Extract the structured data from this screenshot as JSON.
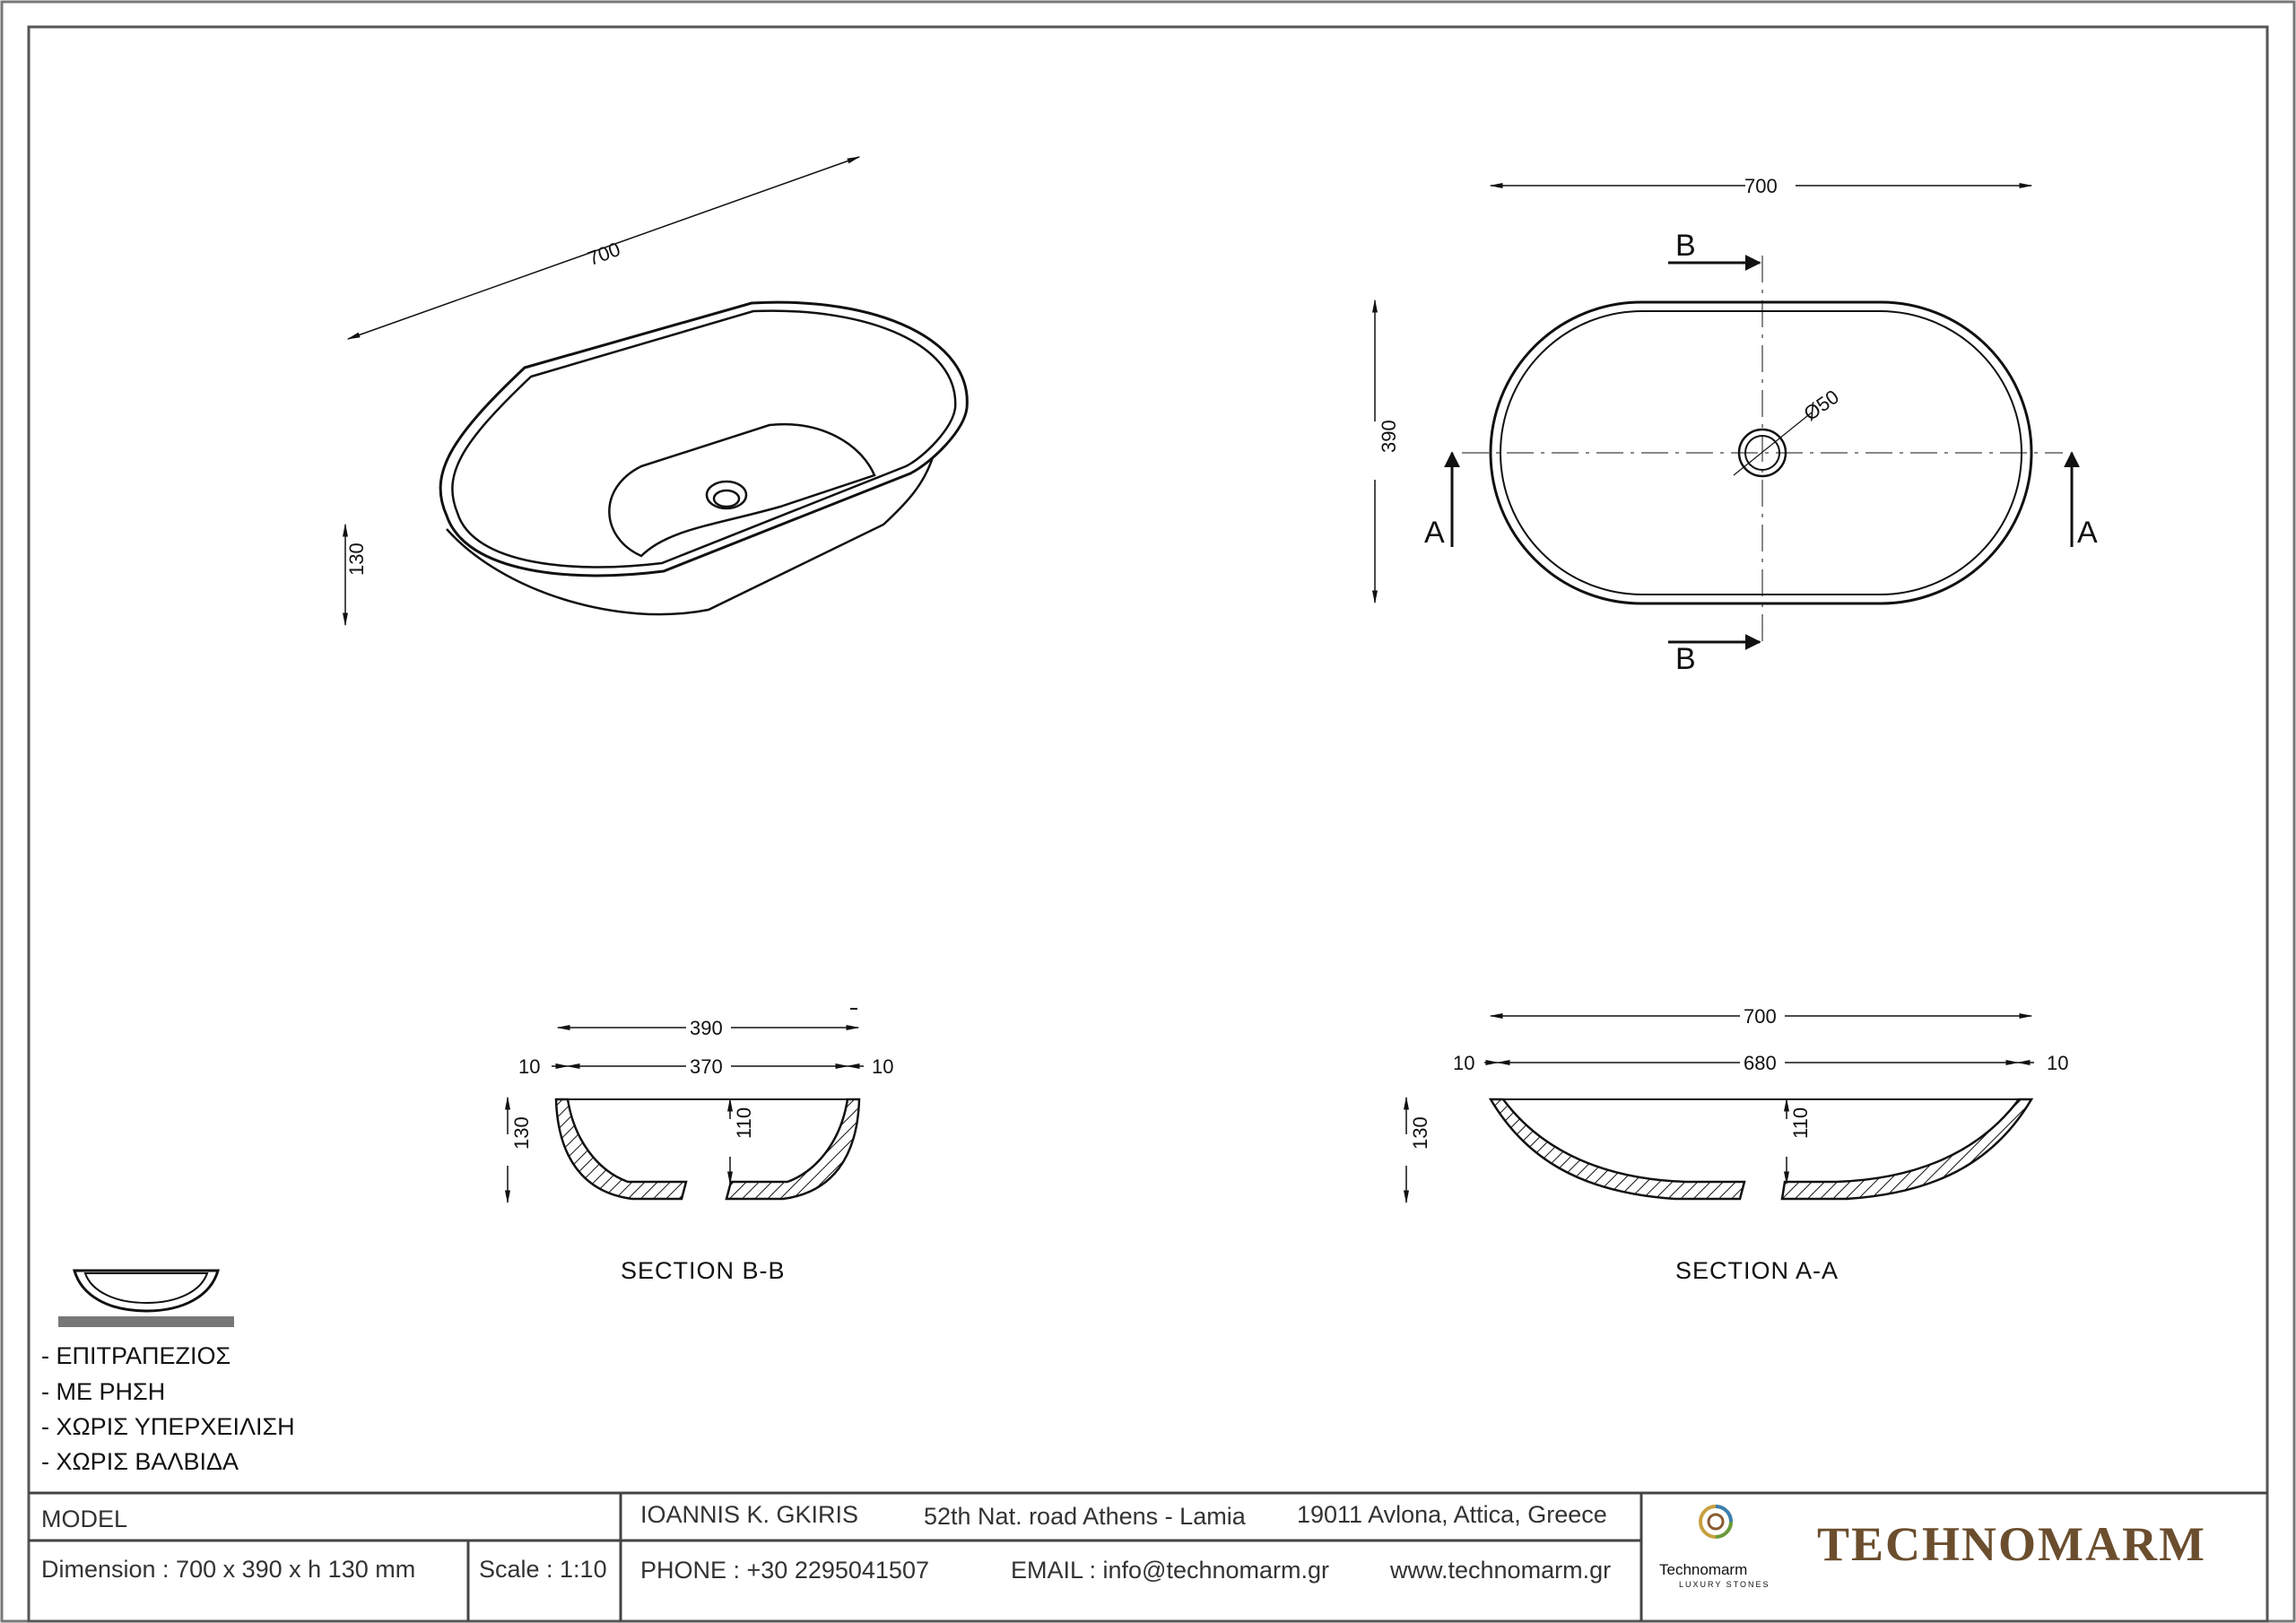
{
  "views": {
    "iso": {
      "length_dim": "700",
      "height_dim": "130"
    },
    "top": {
      "length_dim": "700",
      "width_dim": "390",
      "drain_dim": "Ø50",
      "section_a_label": "A",
      "section_b_label": "B"
    },
    "section_bb": {
      "title": "SECTION  B-B",
      "overall_dim": "390",
      "inner_dim": "370",
      "wall_left": "10",
      "wall_right": "10",
      "height_dim": "130",
      "depth_dim": "110"
    },
    "section_aa": {
      "title": "SECTION  A-A",
      "overall_dim": "700",
      "inner_dim": "680",
      "wall_left": "10",
      "wall_right": "10",
      "height_dim": "130",
      "depth_dim": "110"
    }
  },
  "notes": [
    "- ΕΠΙΤΡΑΠΕΖΙΟΣ",
    "-  ΜΕ ΡΗΣΗ",
    "-  ΧΩΡΙΣ ΥΠΕΡΧΕΙΛΙΣΗ",
    "-  ΧΩΡΙΣ ΒΑΛΒΙΔΑ"
  ],
  "title_block": {
    "model_label": "MODEL",
    "dimension": "Dimension :  700 x 390 x h 130 mm",
    "scale": "Scale : 1:10",
    "owner": "IOANNIS K. GKIRIS",
    "road": "52th Nat. road Athens - Lamia",
    "address": "19011 Avlona, Attica, Greece",
    "phone": "PHONE : +30 2295041507",
    "email": "EMAIL : info@technomarm.gr",
    "website": "www.technomarm.gr",
    "logo_name": "Technomarm",
    "logo_tagline": "LUXURY STONES",
    "brand": "TECHNOMARM"
  },
  "colors": {
    "brand": "#6b4e2e",
    "line": "#111111",
    "frame": "#444444"
  }
}
